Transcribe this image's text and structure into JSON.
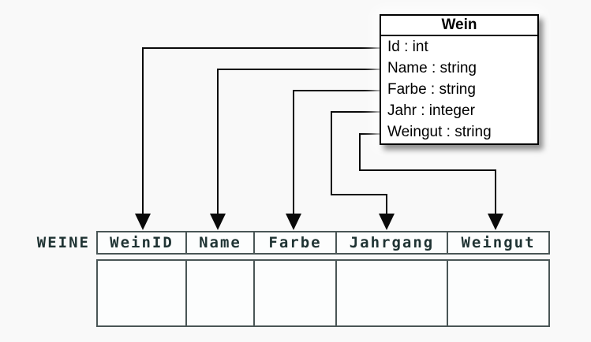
{
  "class_box": {
    "title": "Wein",
    "attributes": [
      "Id : int",
      "Name : string",
      "Farbe : string",
      "Jahr : integer",
      "Weingut : string"
    ]
  },
  "table": {
    "label": "WEINE",
    "columns": [
      "WeinID",
      "Name",
      "Farbe",
      "Jahrgang",
      "Weingut"
    ]
  },
  "mappings": [
    {
      "from": "Id",
      "to": "WeinID"
    },
    {
      "from": "Name",
      "to": "Name"
    },
    {
      "from": "Farbe",
      "to": "Farbe"
    },
    {
      "from": "Jahr",
      "to": "Jahrgang"
    },
    {
      "from": "Weingut",
      "to": "Weingut"
    }
  ],
  "colors": {
    "background": "#f9f9f9",
    "line": "#0a0a0a",
    "box_border": "#000000",
    "table_border": "#4a5656",
    "table_text": "#1f3333"
  }
}
